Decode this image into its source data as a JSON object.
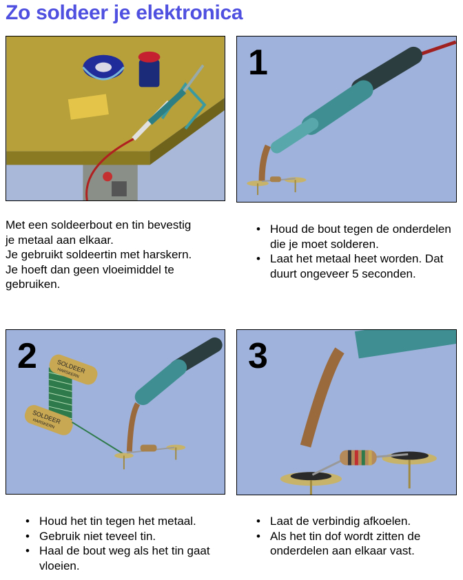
{
  "title": "Zo soldeer je elektronica",
  "intro": {
    "lines": [
      "Met een soldeerbout en tin bevestig",
      "je metaal aan elkaar.",
      "Je gebruikt soldeertin met harskern.",
      "Je hoeft dan geen vloeimiddel te",
      "gebruiken."
    ]
  },
  "step1": {
    "number": "1",
    "bullets": [
      "Houd de bout tegen de onderdelen die je moet solderen.",
      "Laat het metaal heet worden. Dat duurt ongeveer 5 seconden."
    ]
  },
  "step2": {
    "number": "2",
    "spool_label_top": "SOLDEER",
    "spool_sub_top": "HARSKERN",
    "spool_label_bottom": "SOLDEER",
    "spool_sub_bottom": "HARSKERN",
    "bullets": [
      "Houd het tin tegen het metaal.",
      "Gebruik niet teveel tin.",
      "Haal de bout weg als het tin gaat vloeien."
    ]
  },
  "step3": {
    "number": "3",
    "bullets": [
      "Laat de verbindig afkoelen.",
      "Als het tin dof wordt zitten de onderdelen aan elkaar vast."
    ]
  },
  "colors": {
    "title": "#5050e0",
    "panel_bg": "#9fb2db",
    "table_top": "#b8a13a",
    "iron_grip": "#3f8f92",
    "iron_tip": "#9b6a3c",
    "solder_wire": "#2e8b57"
  },
  "icons": [
    "soldering-iron-illustration",
    "solder-spool-illustration",
    "resistor-illustration"
  ]
}
